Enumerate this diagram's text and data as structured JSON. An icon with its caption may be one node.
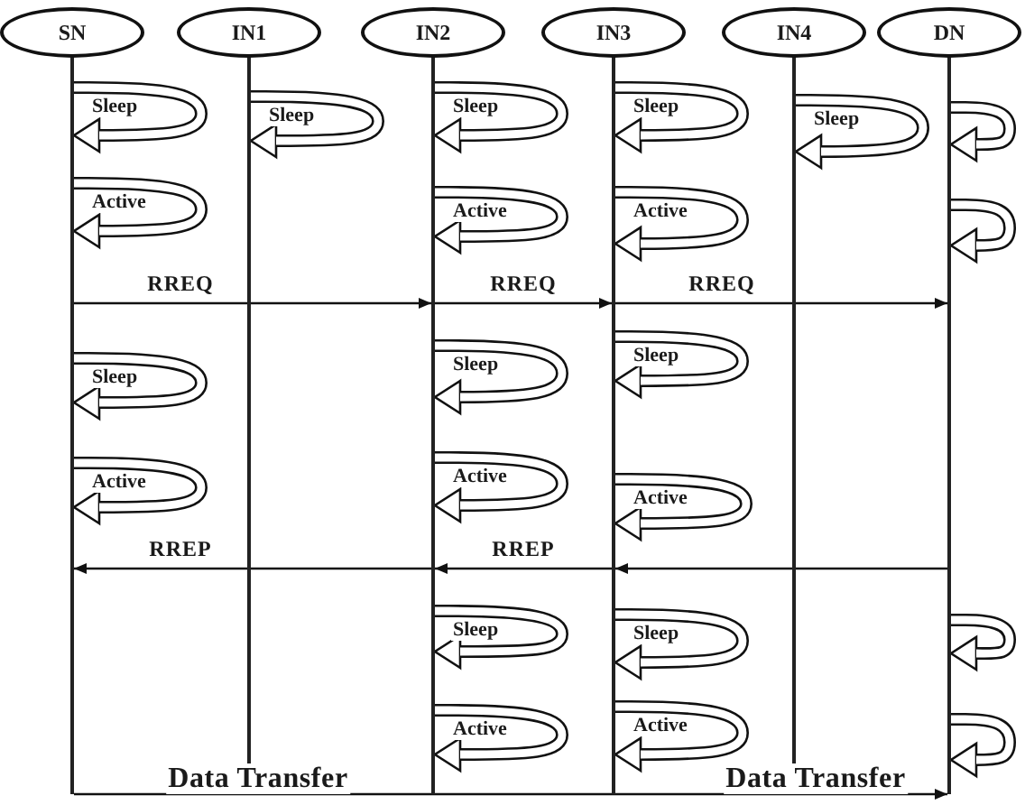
{
  "diagram": {
    "nodes": [
      {
        "text": [
          "SN"
        ]
      },
      {
        "text": [
          "IN1"
        ]
      },
      {
        "text": [
          "IN2"
        ]
      },
      {
        "text": [
          "IN3"
        ]
      },
      {
        "text": [
          "IN4"
        ]
      },
      {
        "text": [
          "DN"
        ]
      },
      {
        "text": [],
        "shape": "bar"
      },
      {
        "text": [],
        "shape": "bar"
      },
      {
        "text": [],
        "shape": "bar"
      },
      {
        "text": [],
        "shape": "bar"
      },
      {
        "text": [],
        "shape": "bar"
      },
      {
        "text": [],
        "shape": "bar"
      }
    ],
    "edges": [
      {
        "from": 6,
        "to": 6,
        "arrow": "to",
        "label": "Sleep"
      },
      {
        "from": 7,
        "to": 7,
        "arrow": "to",
        "label": "Sleep"
      },
      {
        "from": 8,
        "to": 8,
        "arrow": "to",
        "label": "Sleep"
      },
      {
        "from": 9,
        "to": 9,
        "arrow": "to",
        "label": "Sleep"
      },
      {
        "from": 10,
        "to": 10,
        "arrow": "to",
        "label": "Sleep"
      },
      {
        "from": 11,
        "to": 11,
        "arrow": "to"
      },
      {
        "from": 6,
        "to": 6,
        "arrow": "to",
        "label": "Active"
      },
      {
        "from": 8,
        "to": 8,
        "arrow": "to",
        "label": "Active"
      },
      {
        "from": 9,
        "to": 9,
        "arrow": "to",
        "label": "Active"
      },
      {
        "from": 11,
        "to": 11,
        "arrow": "to"
      },
      {
        "from": 6,
        "to": 8,
        "arrow": "to",
        "label": "RREQ"
      },
      {
        "from": 8,
        "to": 9,
        "arrow": "to",
        "label": "RREQ"
      },
      {
        "from": 9,
        "to": 11,
        "arrow": "to",
        "label": "RREQ"
      },
      {
        "from": 6,
        "to": 6,
        "arrow": "to",
        "label": "Sleep"
      },
      {
        "from": 8,
        "to": 8,
        "arrow": "to",
        "label": "Sleep"
      },
      {
        "from": 9,
        "to": 9,
        "arrow": "to",
        "label": "Sleep"
      },
      {
        "from": 6,
        "to": 6,
        "arrow": "to",
        "label": "Active"
      },
      {
        "from": 8,
        "to": 8,
        "arrow": "to",
        "label": "Active"
      },
      {
        "from": 9,
        "to": 9,
        "arrow": "to",
        "label": "Active"
      },
      {
        "from": 11,
        "to": 9,
        "arrow": "to"
      },
      {
        "from": 9,
        "to": 8,
        "arrow": "to",
        "label": "RREP"
      },
      {
        "from": 8,
        "to": 6,
        "arrow": "to",
        "label": "RREP"
      },
      {
        "from": 8,
        "to": 8,
        "arrow": "to",
        "label": "Sleep"
      },
      {
        "from": 9,
        "to": 9,
        "arrow": "to",
        "label": "Sleep"
      },
      {
        "from": 11,
        "to": 11,
        "arrow": "to"
      },
      {
        "from": 8,
        "to": 8,
        "arrow": "to",
        "label": "Active"
      },
      {
        "from": 9,
        "to": 9,
        "arrow": "to",
        "label": "Active"
      },
      {
        "from": 11,
        "to": 11,
        "arrow": "to"
      },
      {
        "from": 6,
        "to": 11,
        "arrow": "to",
        "label": "Data Transfer"
      }
    ],
    "labels": [
      "Data Transfer"
    ]
  }
}
